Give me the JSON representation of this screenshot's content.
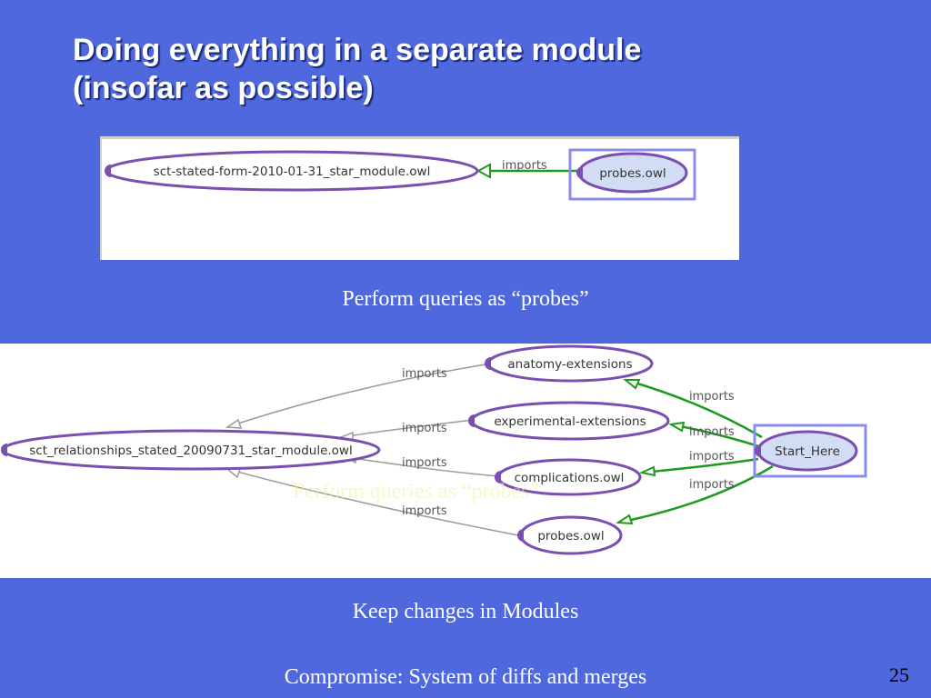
{
  "slide": {
    "title_line1": "Doing everything in a separate module",
    "title_line2": "(insofar as possible)",
    "page_number": "25"
  },
  "colors": {
    "background": "#5068dd",
    "node_stroke": "#7a4fb0",
    "selected_node_fill": "#d2dcf5",
    "selection_box": "#8a8cf0",
    "green_edge": "#1e9a1e",
    "gray_edge": "#9a9a9a"
  },
  "diagram1": {
    "nodes": {
      "sct_module": "sct-stated-form-2010-01-31_star_module.owl",
      "probes": "probes.owl"
    },
    "edge_label": "imports",
    "selected_node": "probes"
  },
  "diagram2": {
    "nodes": {
      "sct_relationships": "sct_relationships_stated_20090731_star_module.owl",
      "anatomy": "anatomy-extensions",
      "experimental": "experimental-extensions",
      "complications": "complications.owl",
      "probes": "probes.owl",
      "start_here": "Start_Here"
    },
    "gray_edge_labels": [
      "imports",
      "imports",
      "imports",
      "imports"
    ],
    "green_edge_labels": [
      "imports",
      "imports",
      "imports",
      "imports"
    ],
    "selected_node": "start_here"
  },
  "captions": {
    "perform_queries": "Perform queries as “probes”",
    "perform_queries_ghost": "Perform queries as “probes”",
    "keep_changes": "Keep changes in Modules",
    "compromise": "Compromise: System of diffs and merges"
  }
}
